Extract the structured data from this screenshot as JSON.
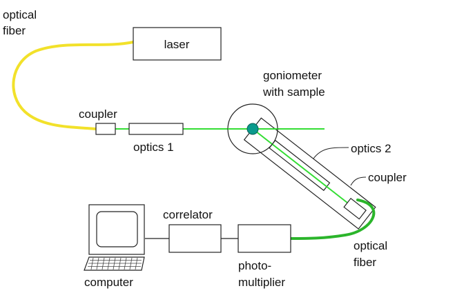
{
  "labels": {
    "optical_fiber_top_1": "optical",
    "optical_fiber_top_2": "fiber",
    "laser": "laser",
    "coupler_left": "coupler",
    "optics_1": "optics 1",
    "goniometer_1": "goniometer",
    "goniometer_2": "with sample",
    "optics_2": "optics 2",
    "coupler_right": "coupler",
    "correlator": "correlator",
    "photo_1": "photo-",
    "photo_2": "multiplier",
    "computer": "computer",
    "optical_fiber_bottom_1": "optical",
    "optical_fiber_bottom_2": "fiber"
  },
  "colors": {
    "fiber_yellow": "#f2e12a",
    "fiber_green": "#2bb52b",
    "beam_green": "#33dd33",
    "sample_teal": "#0a9a8c",
    "outline": "#222222"
  }
}
